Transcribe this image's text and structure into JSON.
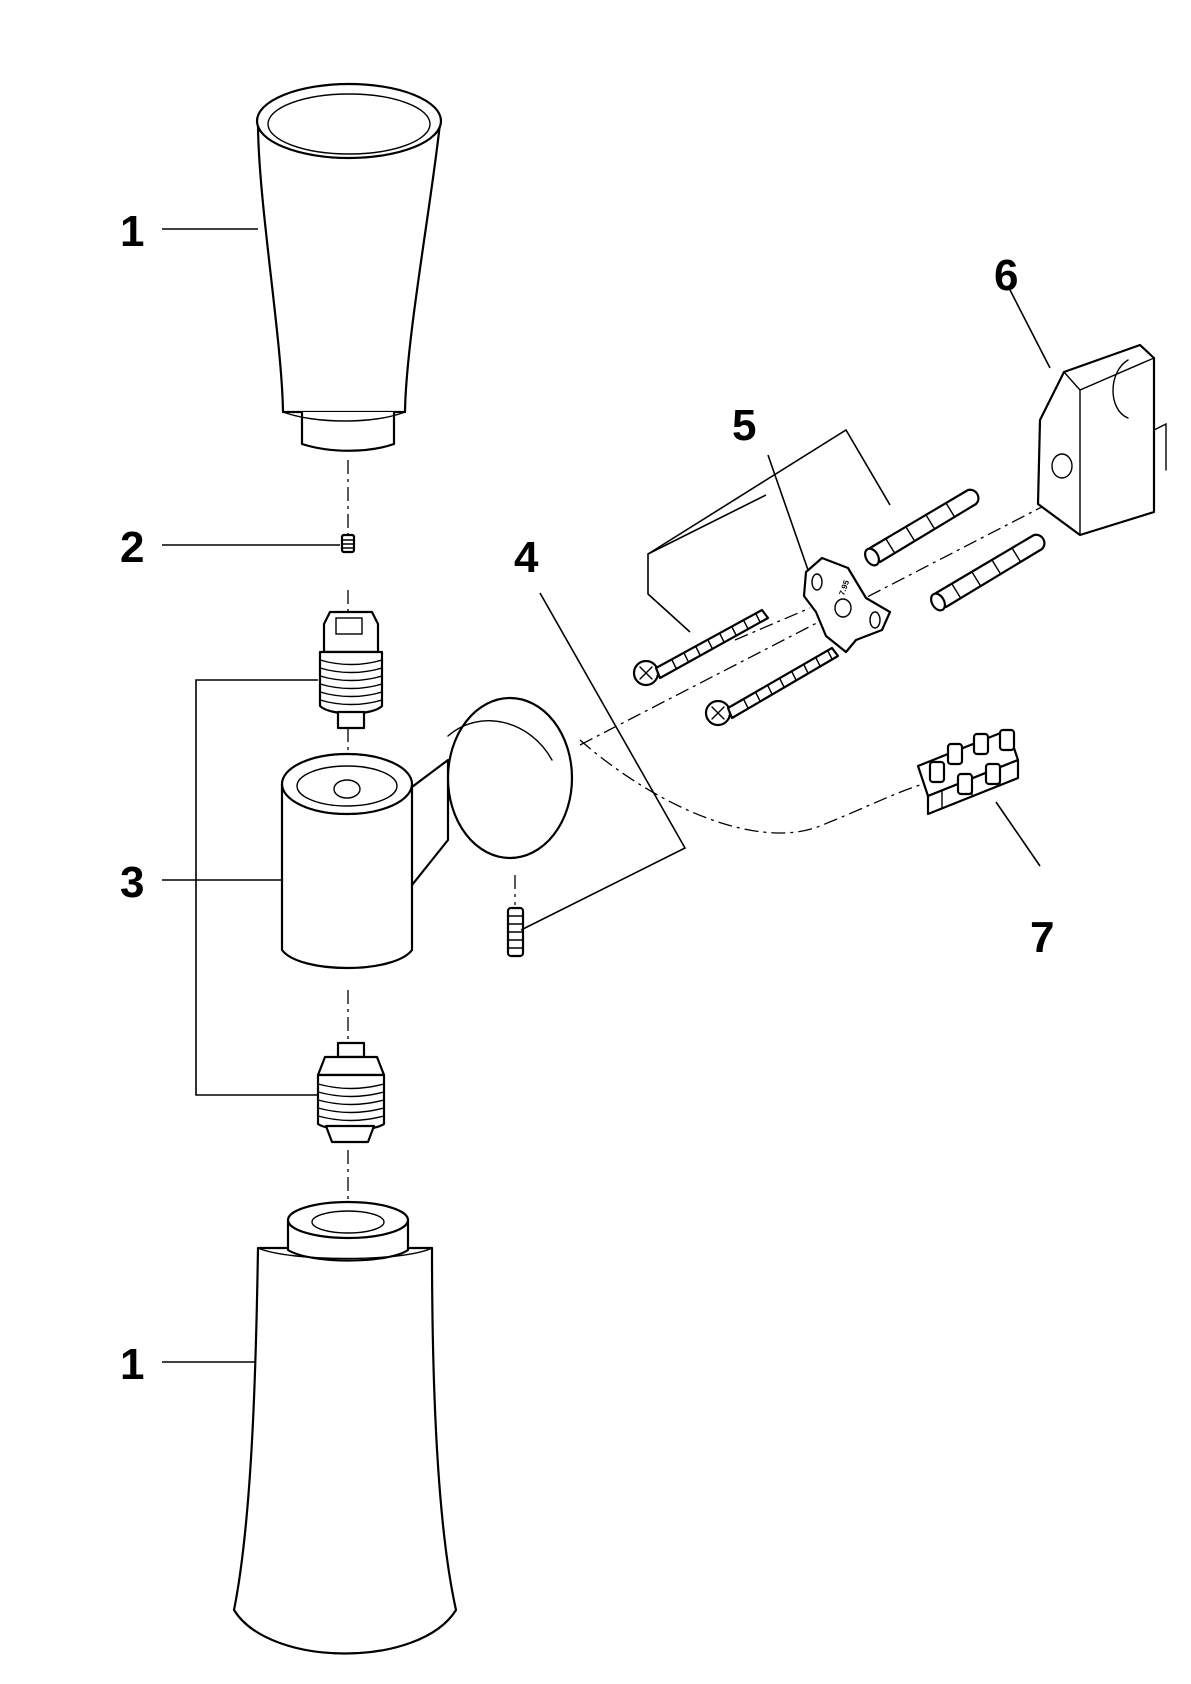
{
  "labels": {
    "part_1_top": "1",
    "part_2": "2",
    "part_3": "3",
    "part_4": "4",
    "part_5": "5",
    "part_6": "6",
    "part_7": "7",
    "part_1_bottom": "1"
  },
  "plate_stamp": "7.95",
  "icons": [
    "top-shade-icon",
    "grub-screw-icon",
    "lamp-socket-icon",
    "wall-arm-icon",
    "set-screw-icon",
    "mounting-plate-icon",
    "wall-plug-icon",
    "wood-screw-icon",
    "wall-bracket-icon",
    "terminal-block-icon",
    "bottom-shade-icon"
  ]
}
